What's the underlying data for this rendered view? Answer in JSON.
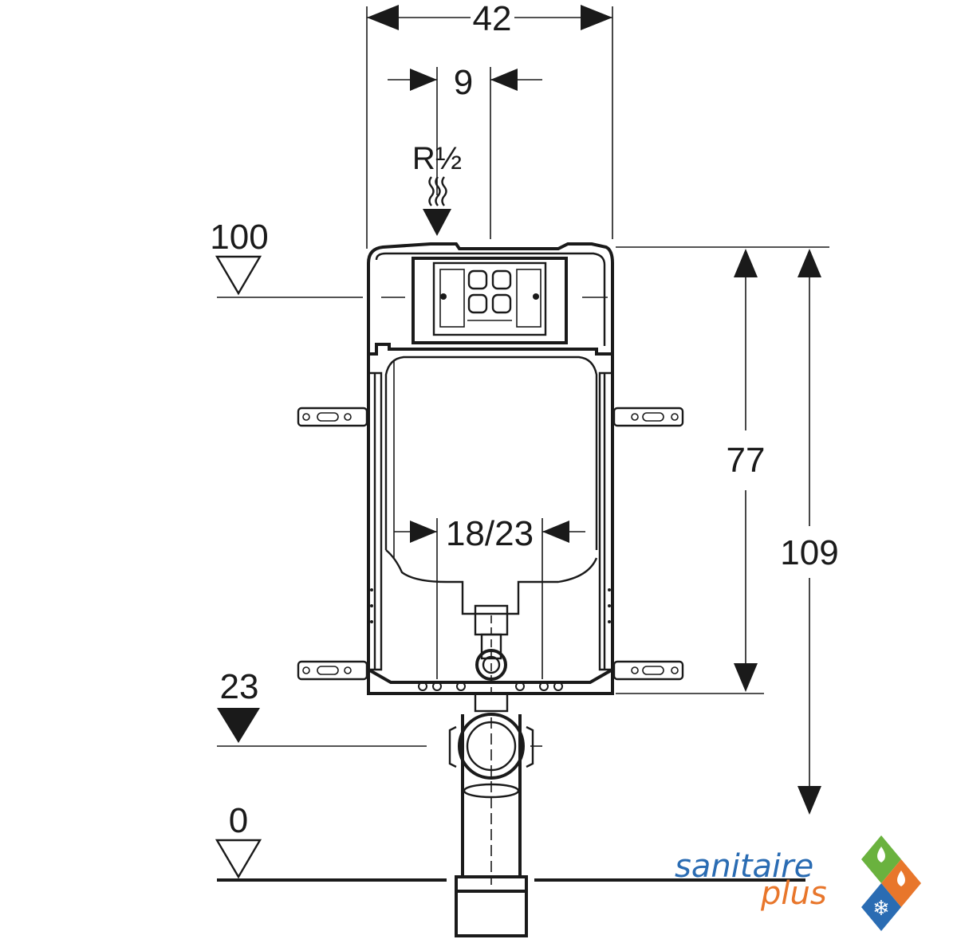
{
  "dimensions": {
    "width_total": "42",
    "width_offset": "9",
    "inlet": "R½",
    "level_top": "100",
    "height_frame": "77",
    "height_total": "109",
    "drain_width": "18/23",
    "level_drain": "23",
    "level_floor": "0"
  },
  "logo": {
    "line1": "sanitaire",
    "line2": "plus",
    "color_primary": "#2a6cb3",
    "color_secondary": "#e8762b",
    "icon_colors": [
      "#6ab23e",
      "#e8762b",
      "#2a6cb3"
    ]
  }
}
